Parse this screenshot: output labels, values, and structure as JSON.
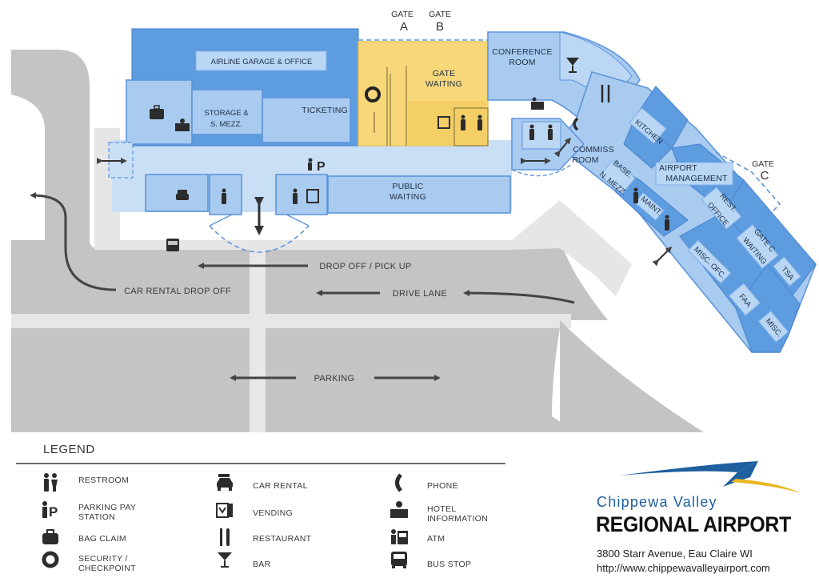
{
  "colors": {
    "building_light": "#a9cbf0",
    "building_dark": "#5e9ce0",
    "gate_area": "#f7d77a",
    "road": "#c4c4c4",
    "sidewalk": "#e6e6e6",
    "brand_blue": "#1f5f9e",
    "brand_gold": "#e8b622"
  },
  "gates": {
    "a": {
      "label": "GATE",
      "letter": "A"
    },
    "b": {
      "label": "GATE",
      "letter": "B"
    },
    "c": {
      "label": "GATE",
      "letter": "C"
    }
  },
  "rooms": {
    "airline_garage": "AIRLINE GARAGE  & OFFICE",
    "storage_1": "STORAGE &",
    "storage_2": "S. MEZZ.",
    "ticketing": "TICKETING",
    "gate_waiting_1": "GATE",
    "gate_waiting_2": "WAITING",
    "conference_1": "CONFERENCE",
    "conference_2": "ROOM",
    "public_waiting_1": "PUBLIC",
    "public_waiting_2": "WAITING",
    "commiss_1": "COMMISS",
    "commiss_2": "ROOM",
    "kitchen": "KITCHEN",
    "airport_mgmt_1": "AIRPORT",
    "airport_mgmt_2": "MANAGEMENT",
    "base_1": "BASE.",
    "base_2": "N. MEZZ.",
    "maint": "MAINT.",
    "rest_office_1": "REST.",
    "rest_office_2": "OFFICE",
    "gate_c_waiting_1": "GATE C",
    "gate_c_waiting_2": "WAITING",
    "tsa": "TSA",
    "misc_ofc": "MISC. OFC.",
    "faa": "FAA",
    "misc": "MISC."
  },
  "roads": {
    "drop_off": "DROP OFF / PICK UP",
    "car_rental_drop": "CAR RENTAL DROP OFF",
    "drive_lane": "DRIVE LANE",
    "parking": "PARKING"
  },
  "legend": {
    "title": "LEGEND",
    "items": [
      {
        "icon": "restroom-icon",
        "label": "RESTROOM"
      },
      {
        "icon": "parking-pay-icon",
        "label": "PARKING PAY\nSTATION"
      },
      {
        "icon": "bag-claim-icon",
        "label": "BAG CLAIM"
      },
      {
        "icon": "security-icon",
        "label": "SECURITY /\nCHECKPOINT"
      },
      {
        "icon": "car-rental-icon",
        "label": "CAR RENTAL"
      },
      {
        "icon": "vending-icon",
        "label": "VENDING"
      },
      {
        "icon": "restaurant-icon",
        "label": "RESTAURANT"
      },
      {
        "icon": "bar-icon",
        "label": "BAR"
      },
      {
        "icon": "phone-icon",
        "label": "PHONE"
      },
      {
        "icon": "hotel-info-icon",
        "label": "HOTEL\nINFORMATION"
      },
      {
        "icon": "atm-icon",
        "label": "ATM"
      },
      {
        "icon": "bus-stop-icon",
        "label": "BUS STOP"
      }
    ]
  },
  "brand": {
    "name_line1": "Chippewa Valley",
    "name_line2": "REGIONAL AIRPORT",
    "address": "3800 Starr Avenue, Eau Claire WI",
    "url": "http://www.chippewavalleyairport.com"
  }
}
